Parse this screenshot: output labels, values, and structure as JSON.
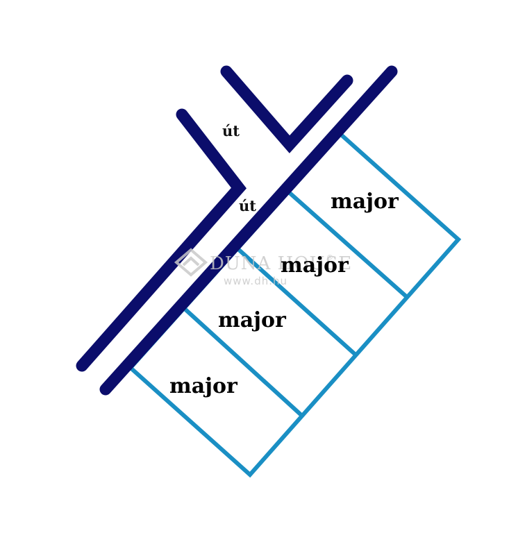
{
  "colors": {
    "road": "#0b0d6b",
    "plot_border": "#1a8fc4",
    "label_text": "#000000",
    "watermark": "#c9c9c9",
    "background": "#ffffff"
  },
  "road_labels": [
    "út",
    "út"
  ],
  "plot_labels": [
    "major",
    "major",
    "major",
    "major"
  ],
  "watermark": {
    "brand": "DUNA HOUSE",
    "mark": "®",
    "url": "www.dh.hu",
    "logo_icon": "diamond-house-logo"
  }
}
